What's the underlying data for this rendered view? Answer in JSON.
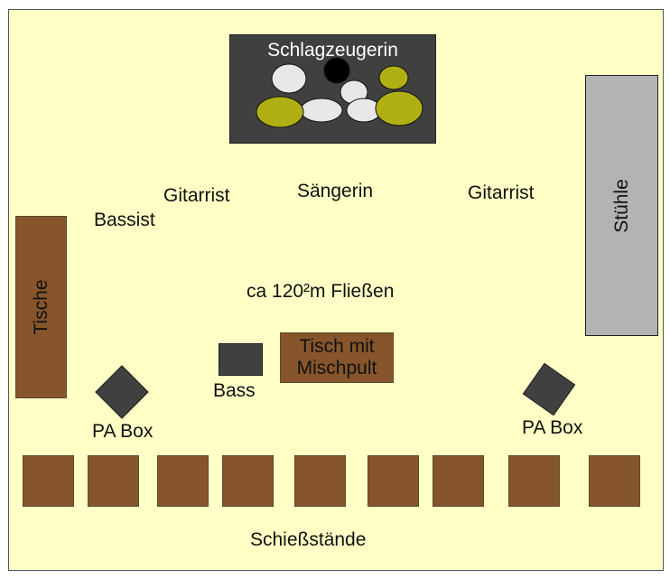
{
  "diagram": {
    "type": "floor-plan",
    "drum_kit": {
      "label": "Schlagzeugerin",
      "colors": {
        "box": "#404040",
        "shell": "#e8e8e8",
        "cymbal": "#b0b015",
        "kick": "#000000"
      }
    },
    "positions": {
      "bassist": "Bassist",
      "guitarist_left": "Gitarrist",
      "singer": "Sängerin",
      "guitarist_right": "Gitarrist"
    },
    "floor_note": "ca 120²m Fließen",
    "chairs": "Stühle",
    "tables": "Tische",
    "bass_amp": "Bass",
    "mixer_table": {
      "line1": "Tisch mit",
      "line2": "Mischpult"
    },
    "pa_left": "PA Box",
    "pa_right": "PA Box",
    "shooting_stands": {
      "label": "Schießstände",
      "count": 9
    },
    "colors": {
      "floor": "#ffffc6",
      "wood": "#87552b",
      "chairs": "#b3b3b3",
      "equipment": "#404040"
    }
  }
}
